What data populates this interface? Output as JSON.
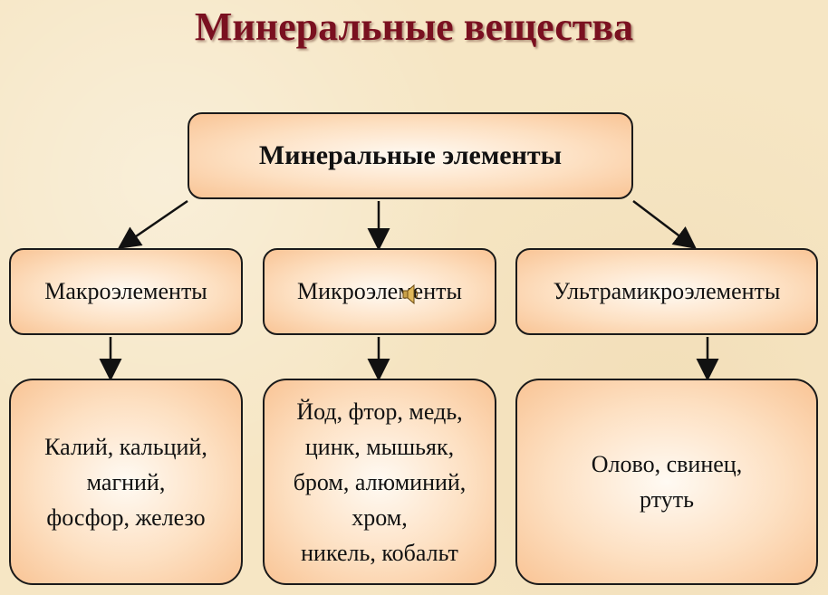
{
  "title": "Минеральные вещества",
  "root": {
    "label": "Минеральные элементы"
  },
  "categories": [
    {
      "label": "Макроэлементы",
      "members": "Калий, кальций,\nмагний,\nфосфор, железо"
    },
    {
      "label": "Микроэлементы",
      "members": "Йод, фтор, медь,\nцинк, мышьяк,\nбром, алюминий,\nхром,\nникель, кобальт"
    },
    {
      "label": "Ультрамикроэлементы",
      "members": "Олово, свинец,\nртуть"
    }
  ],
  "icons": {
    "audio": "speaker-icon"
  },
  "colors": {
    "title": "#7a1020",
    "box_fill": "#f9c495",
    "border": "#1a1a1a"
  }
}
